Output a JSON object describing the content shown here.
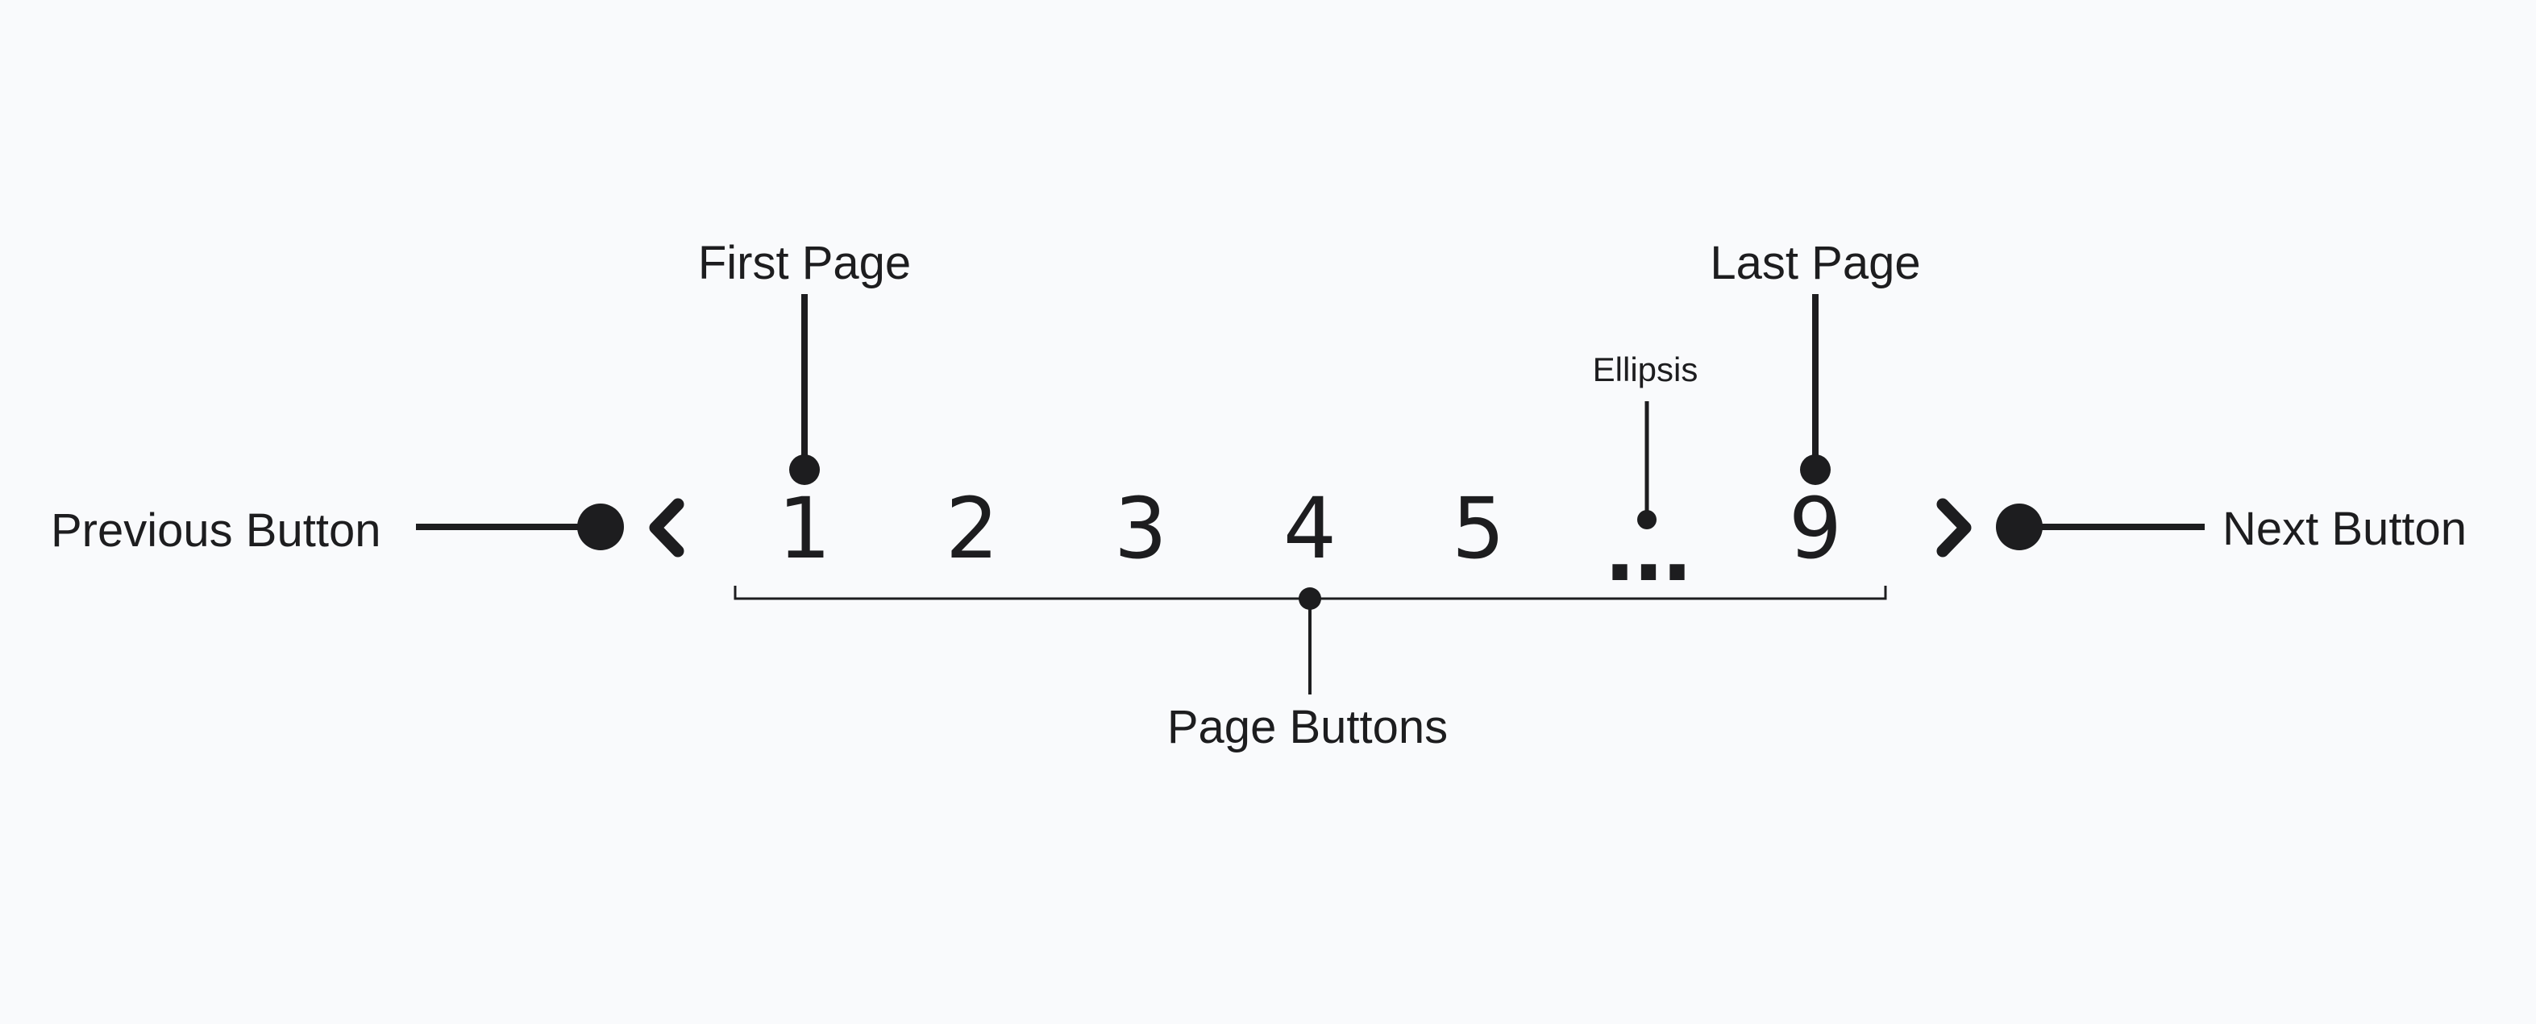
{
  "labels": {
    "previous_button": "Previous Button",
    "next_button": "Next Button",
    "first_page": "First Page",
    "last_page": "Last Page",
    "ellipsis": "Ellipsis",
    "page_buttons": "Page Buttons"
  },
  "pagination": {
    "pages": [
      "1",
      "2",
      "3",
      "4",
      "5",
      "...",
      "9"
    ],
    "prev_icon": "chevron-left-icon",
    "next_icon": "chevron-right-icon"
  },
  "colors": {
    "background": "#f9fafc",
    "ink": "#1d1d1f"
  }
}
